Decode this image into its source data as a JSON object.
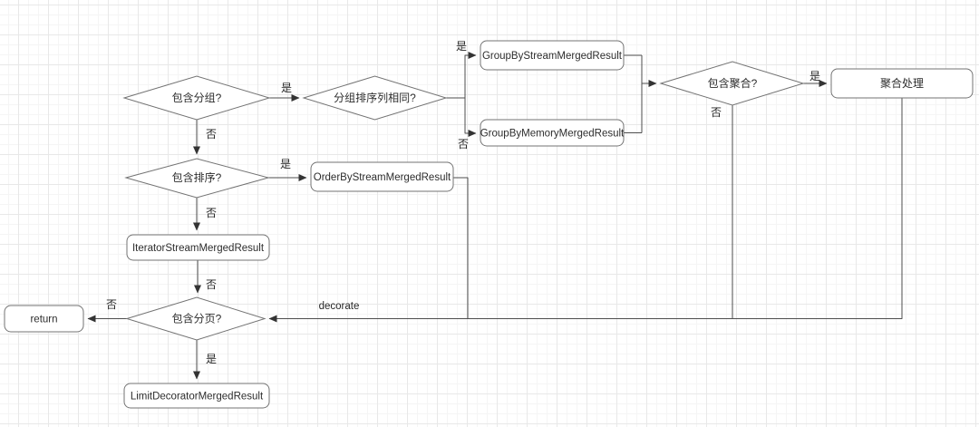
{
  "edge_labels": {
    "yes": "是",
    "no": "否",
    "decorate": "decorate"
  },
  "nodes": {
    "contains_group": {
      "label": "包含分组?"
    },
    "group_order_same": {
      "label": "分组排序列相同?"
    },
    "group_by_stream": {
      "label": "GroupByStreamMergedResult"
    },
    "group_by_memory": {
      "label": "GroupByMemoryMergedResult"
    },
    "contains_aggregation": {
      "label": "包含聚合?"
    },
    "aggregation_process": {
      "label": "聚合处理"
    },
    "contains_order": {
      "label": "包含排序?"
    },
    "order_by_stream": {
      "label": "OrderByStreamMergedResult"
    },
    "iterator_stream": {
      "label": "IteratorStreamMergedResult"
    },
    "contains_pagination": {
      "label": "包含分页?"
    },
    "return_node": {
      "label": "return"
    },
    "limit_decorator": {
      "label": "LimitDecoratorMergedResult"
    }
  },
  "colors": {
    "shape_border": "#737373",
    "edge_line": "#4d4d4d",
    "arrowhead": "#333333",
    "text": "#2d2d2d",
    "grid_major": "#e8e8e8",
    "grid_minor": "#f5f5f5",
    "background": "#ffffff"
  }
}
